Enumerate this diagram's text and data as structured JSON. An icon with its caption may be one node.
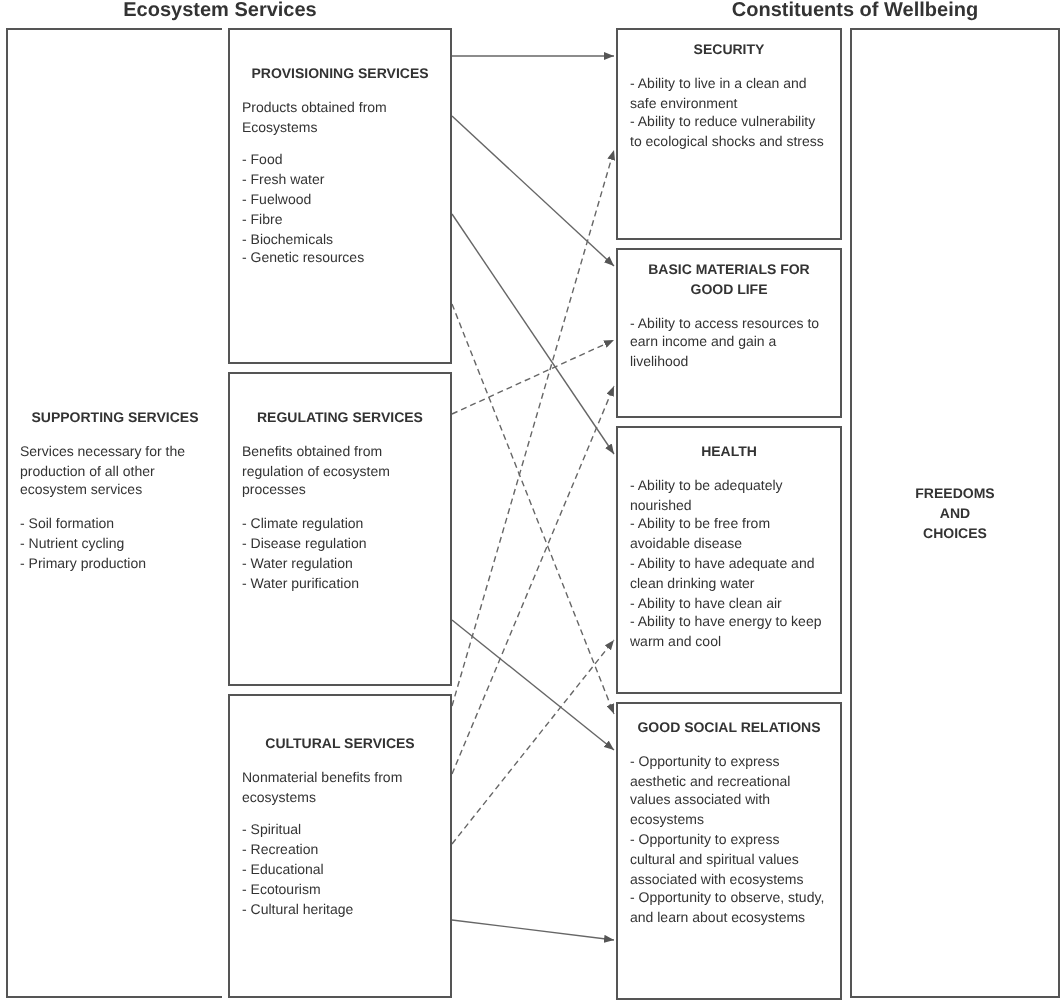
{
  "diagram": {
    "nodes": [
      {
        "text": [
          "SUPPORTING SERVICES",
          "Services necessary for the production of all other ecosystem services",
          "- Soil formation",
          "- Nutrient cycling",
          "- Primary production"
        ]
      },
      {
        "text": [
          "PROVISIONING SERVICES",
          "Products obtained from Ecosystems",
          "- Food",
          "- Fresh water",
          "- Fuelwood",
          "- Fibre",
          "- Biochemicals",
          "- Genetic resources"
        ]
      },
      {
        "text": [
          "REGULATING SERVICES",
          "Benefits obtained from regulation of ecosystem processes",
          "- Climate regulation",
          "- Disease regulation",
          "- Water regulation",
          "- Water purification"
        ]
      },
      {
        "text": [
          "CULTURAL SERVICES",
          "Nonmaterial benefits from ecosystems",
          "- Spiritual",
          "- Recreation",
          "- Educational",
          "- Ecotourism",
          "- Cultural heritage"
        ]
      },
      {
        "text": [
          "SECURITY",
          "- Ability to live in a clean and safe environment",
          "- Ability to reduce vulnerability to ecological shocks and stress"
        ]
      },
      {
        "text": [
          "BASIC MATERIALS FOR GOOD LIFE",
          "- Ability to access resources to earn income and gain a livelihood"
        ]
      },
      {
        "text": [
          "HEALTH",
          "- Ability to be adequately nourished",
          "- Ability to be free from avoidable disease",
          "- Ability to have adequate and clean drinking water",
          "- Ability to have clean air",
          "- Ability to have energy to keep warm and cool"
        ]
      },
      {
        "text": [
          "GOOD SOCIAL RELATIONS",
          "- Opportunity to express aesthetic and recreational values associated with ecosystems",
          "- Opportunity to express cultural and spiritual values associated with ecosystems",
          "- Opportunity to observe, study, and learn about ecosystems"
        ]
      },
      {
        "text": [
          "FREEDOMS AND CHOICES"
        ]
      }
    ],
    "edges": [
      {
        "from": 1,
        "to": 4,
        "arrow": "to"
      },
      {
        "from": 1,
        "to": 5,
        "arrow": "to"
      },
      {
        "from": 1,
        "to": 6,
        "arrow": "to"
      },
      {
        "from": 1,
        "to": 7,
        "arrow": "to",
        "style": "dashed"
      },
      {
        "from": 2,
        "to": 5,
        "arrow": "to",
        "style": "dashed"
      },
      {
        "from": 2,
        "to": 7,
        "arrow": "to"
      },
      {
        "from": 3,
        "to": 4,
        "arrow": "to",
        "style": "dashed"
      },
      {
        "from": 3,
        "to": 5,
        "arrow": "to",
        "style": "dashed"
      },
      {
        "from": 3,
        "to": 6,
        "arrow": "to",
        "style": "dashed"
      },
      {
        "from": 3,
        "to": 7,
        "arrow": "to"
      }
    ],
    "labels": [
      "Ecosystem Services",
      "Constituents of Wellbeing"
    ]
  }
}
